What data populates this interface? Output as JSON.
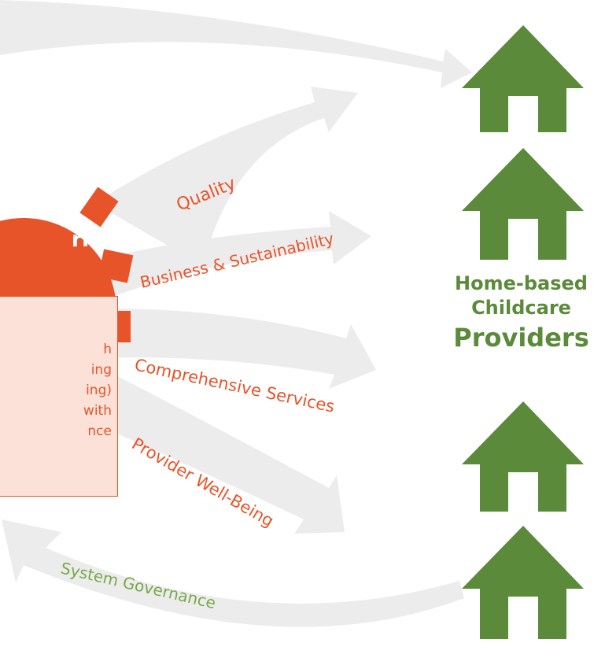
{
  "framework": {
    "gear_label": "rk"
  },
  "info_box": {
    "lines": [
      "h",
      "ing",
      "ing)",
      "with",
      "nce"
    ]
  },
  "arrows": {
    "quality": "Quality",
    "business": "Business & Sustainability",
    "comprehensive": "Comprehensive Services",
    "wellbeing": "Provider Well-Being",
    "governance": "System Governance"
  },
  "providers": {
    "line1": "Home-based",
    "line2": "Childcare",
    "line3": "Providers"
  },
  "colors": {
    "orange": "#e8542a",
    "green": "#5b8a3a",
    "arrow_gray": "#ececec",
    "box_fill": "#fbe1d8"
  },
  "icons": [
    "house-icon",
    "house-icon",
    "house-icon",
    "house-icon",
    "gear-icon"
  ]
}
